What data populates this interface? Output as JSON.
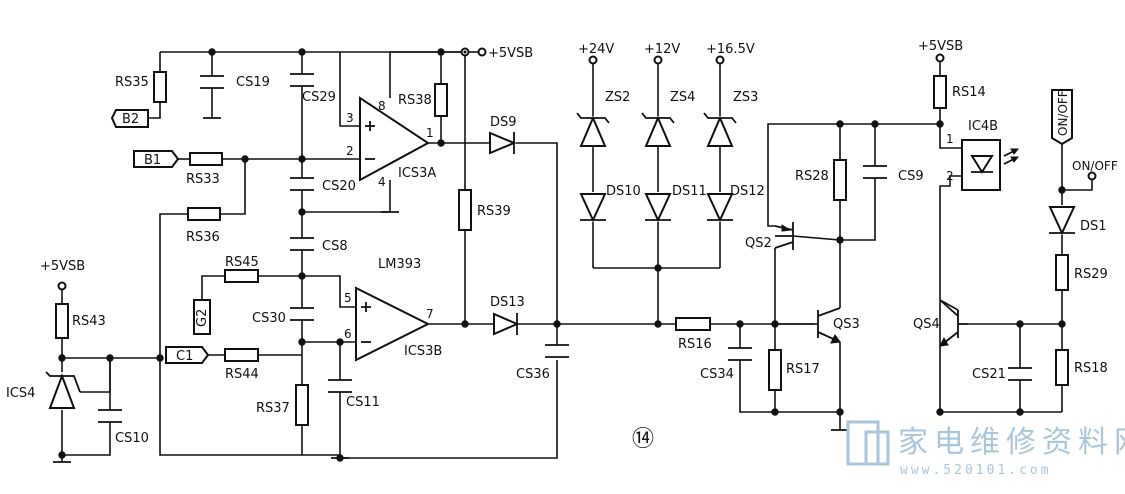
{
  "diagram": {
    "figure_number": "⑭",
    "supplies": {
      "vsb_top": "+5VSB",
      "vsb_left": "+5VSB",
      "vsb_right": "+5VSB",
      "v24": "+24V",
      "v12": "+12V",
      "v16_5": "+16.5V"
    },
    "ports": {
      "b2": "B2",
      "b1": "B1",
      "g2": "G2",
      "c1": "C1",
      "on_off_vertical": "ON/OFF",
      "on_off_node": "ON/OFF"
    },
    "resistors": {
      "rs35": "RS35",
      "rs33": "RS33",
      "rs36": "RS36",
      "rs38": "RS38",
      "rs39": "RS39",
      "rs45": "RS45",
      "rs44": "RS44",
      "rs43": "RS43",
      "rs37": "RS37",
      "rs16": "RS16",
      "rs17": "RS17",
      "rs28": "RS28",
      "rs14": "RS14",
      "rs29": "RS29",
      "rs18": "RS18"
    },
    "capacitors": {
      "cs19": "CS19",
      "cs29": "CS29",
      "cs20": "CS20",
      "cs8": "CS8",
      "cs30": "CS30",
      "cs11": "CS11",
      "cs10": "CS10",
      "cs36": "CS36",
      "cs34": "CS34",
      "cs9": "CS9",
      "cs21": "CS21"
    },
    "diodes": {
      "ds9": "DS9",
      "ds13": "DS13",
      "ds10": "DS10",
      "ds11": "DS11",
      "ds12": "DS12",
      "ds1": "DS1",
      "zs2": "ZS2",
      "zs4": "ZS4",
      "zs3": "ZS3"
    },
    "transistors": {
      "qs2": "QS2",
      "qs3": "QS3",
      "qs4": "QS4"
    },
    "ics": {
      "ics3a": "ICS3A",
      "ics3b": "ICS3B",
      "lm393": "LM393",
      "ics4": "ICS4",
      "ic4b": "IC4B"
    },
    "pins": {
      "ics3a_in_plus": "3",
      "ics3a_in_minus": "2",
      "ics3a_out": "1",
      "ics3a_vcc": "8",
      "ics3a_gnd": "4",
      "ics3b_in_plus": "5",
      "ics3b_in_minus": "6",
      "ics3b_out": "7",
      "ic4b_p1": "1",
      "ic4b_p2": "2"
    }
  },
  "watermark": {
    "chinese": "家电维修资料网",
    "url": "www.520101.com"
  }
}
